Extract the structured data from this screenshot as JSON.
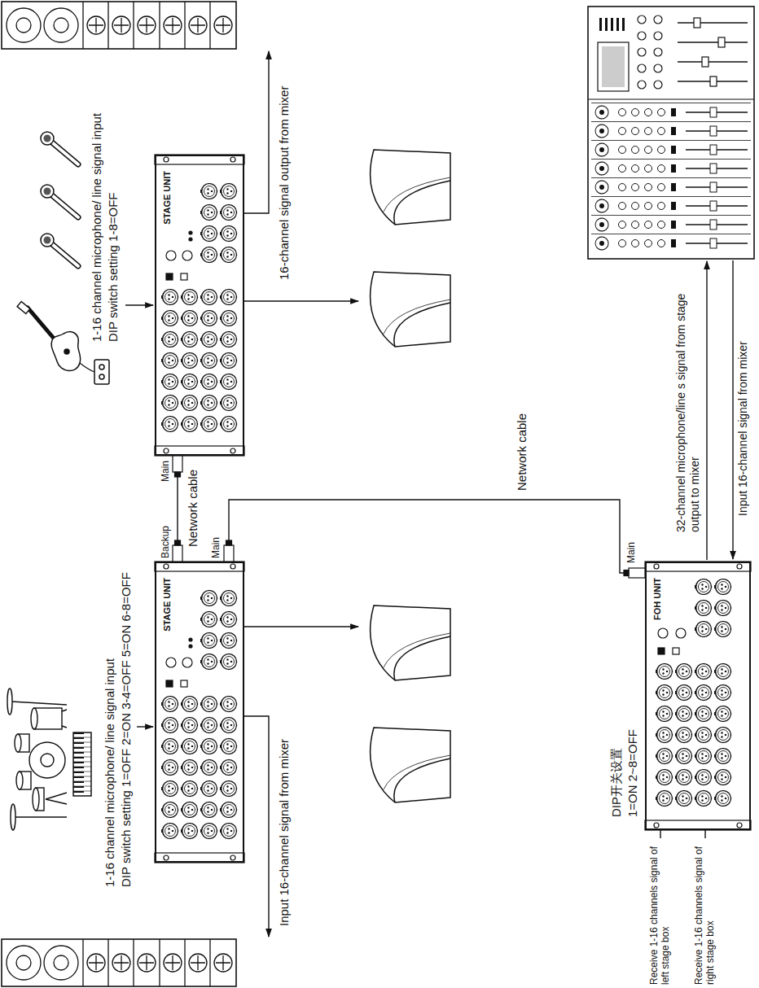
{
  "diagram": {
    "nodes": [
      {
        "text": [
          "STAGE UNIT"
        ]
      },
      {
        "text": [
          "STAGE UNIT"
        ]
      },
      {
        "text": [
          "FOH UNIT"
        ]
      }
    ],
    "edges": [
      {
        "from": 0,
        "to": 1,
        "arrow": "none",
        "label": "Network cable"
      },
      {
        "from": 1,
        "to": 2,
        "arrow": "none",
        "label": "Network cable"
      }
    ],
    "labels": [
      "1-16 channel microphone/ line signal input",
      "DIP switch setting 1-8=OFF",
      "16-channel signal output from mixer",
      "Main",
      "1-16 channel microphone/ line signal input",
      "DIP switch setting 1=OFF 2=ON 3-4=OFF 5=ON 6-8=OFF",
      "Backup",
      "Main",
      "Main",
      "DIP开关设置",
      "1=ON 2~8=OFF",
      "Receive 1-16 channels signal of left stage box",
      "Receive 1-16 channels signal of right stage box",
      "32-channel microphone/line s signal from stage output to mixer",
      "Input 16-channel signal from mixer",
      "Input 16-channel signal from mixer"
    ]
  }
}
